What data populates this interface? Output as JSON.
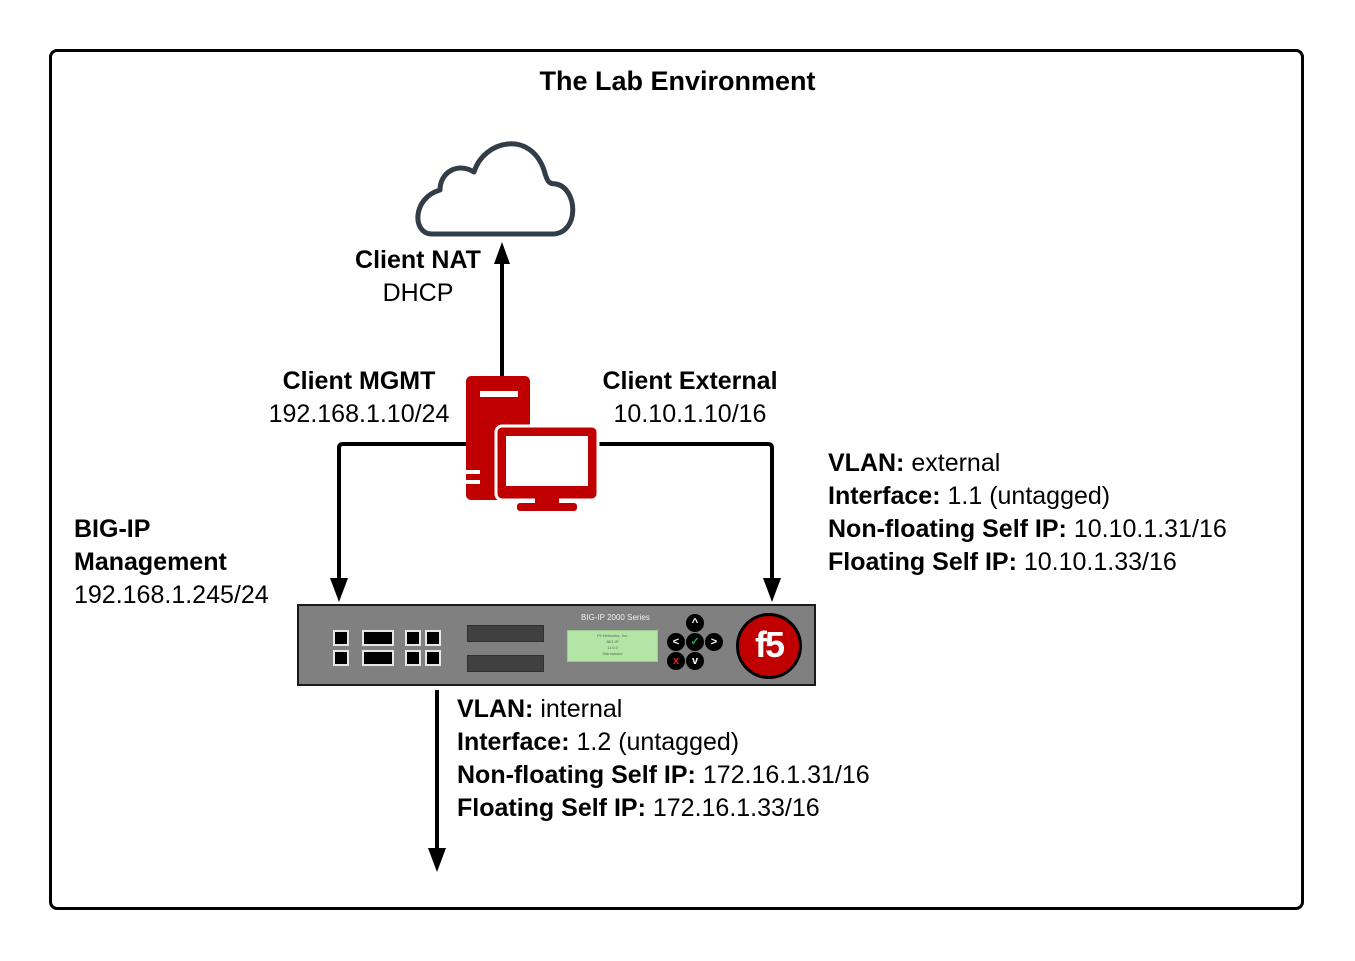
{
  "title": "The Lab Environment",
  "cloud": {
    "icon": "cloud-icon"
  },
  "client_nat": {
    "label": "Client NAT",
    "value": "DHCP"
  },
  "client_mgmt": {
    "label": "Client MGMT",
    "value": "192.168.1.10/24"
  },
  "client_external": {
    "label": "Client External",
    "value": "10.10.1.10/16"
  },
  "client_icon": "client-computer-icon",
  "bigip_mgmt": {
    "label_line1": "BIG-IP",
    "label_line2": "Management",
    "value": "192.168.1.245/24"
  },
  "device": {
    "series": "BIG-IP 2000 Series",
    "lcd_lines": [
      "F5 Networks, Inc.",
      "BIG-IP",
      "11.6.0",
      "Standalone"
    ],
    "logo": "f5",
    "nav_up": "^",
    "nav_down": "v",
    "nav_left": "<",
    "nav_right": ">",
    "nav_ok": "✓",
    "nav_cancel": "x"
  },
  "external_vlan": {
    "vlan_label": "VLAN:",
    "vlan_value": "external",
    "interface_label": "Interface:",
    "interface_value": "1.1 (untagged)",
    "nonfloat_label": "Non-floating Self IP:",
    "nonfloat_value": "10.10.1.31/16",
    "float_label": "Floating Self IP:",
    "float_value": "10.10.1.33/16"
  },
  "internal_vlan": {
    "vlan_label": "VLAN:",
    "vlan_value": "internal",
    "interface_label": "Interface:",
    "interface_value": "1.2 (untagged)",
    "nonfloat_label": "Non-floating Self IP:",
    "nonfloat_value": "172.16.1.31/16",
    "float_label": "Floating Self IP:",
    "float_value": "172.16.1.33/16"
  },
  "colors": {
    "client_red": "#c00000",
    "device_gray": "#808080",
    "lcd_green": "#b3e6a6",
    "cloud_stroke": "#333d47"
  }
}
